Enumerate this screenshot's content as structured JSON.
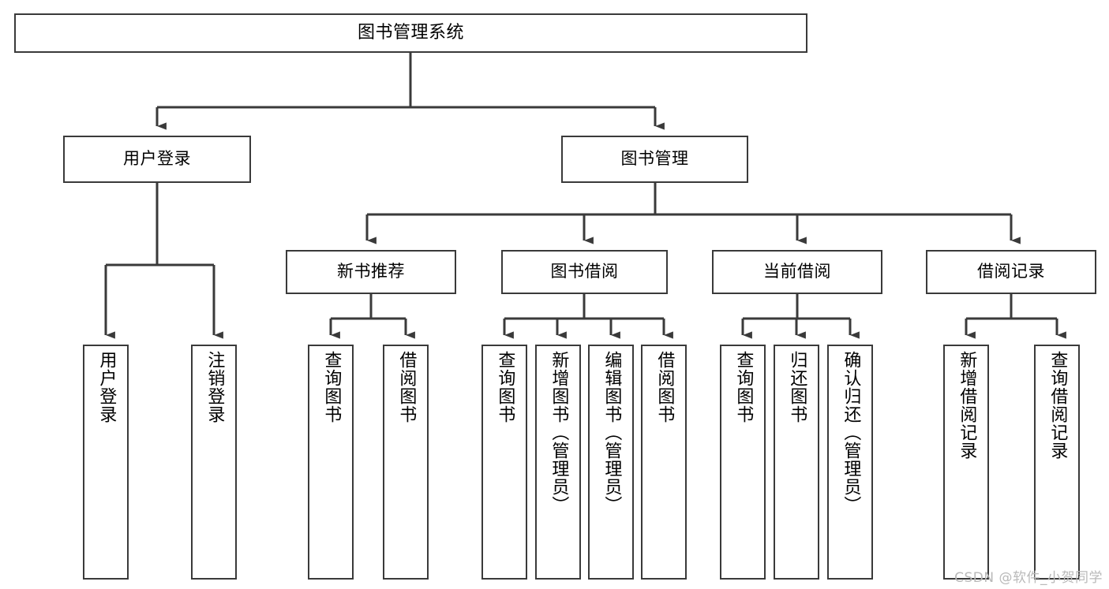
{
  "diagram": {
    "title": "图书管理系统",
    "type": "function-structure-tree",
    "stroke_color": "#3a3a3a",
    "text_color": "#000000",
    "background_color": "#ffffff",
    "watermark": "CSDN @软件_小贺同学"
  },
  "nodes": {
    "root": {
      "label": "图书管理系统"
    },
    "level2": [
      {
        "id": "user-login",
        "label": "用户登录"
      },
      {
        "id": "book-manage",
        "label": "图书管理"
      }
    ],
    "level3": [
      {
        "id": "new-book-recommend",
        "label": "新书推荐"
      },
      {
        "id": "book-borrow",
        "label": "图书借阅"
      },
      {
        "id": "current-borrow",
        "label": "当前借阅"
      },
      {
        "id": "borrow-record",
        "label": "借阅记录"
      }
    ],
    "leaves": {
      "user_login": [
        {
          "id": "leaf-user-login",
          "label": "用户登录"
        },
        {
          "id": "leaf-logout-login",
          "label": "注销登录"
        }
      ],
      "new_book_recommend": [
        {
          "id": "leaf-query-book-1",
          "label": "查询图书"
        },
        {
          "id": "leaf-borrow-book-1",
          "label": "借阅图书"
        }
      ],
      "book_borrow": [
        {
          "id": "leaf-query-book-2",
          "label": "查询图书"
        },
        {
          "id": "leaf-add-book",
          "label": "新增图书（管理员）"
        },
        {
          "id": "leaf-edit-book",
          "label": "编辑图书（管理员）"
        },
        {
          "id": "leaf-borrow-book-2",
          "label": "借阅图书"
        }
      ],
      "current_borrow": [
        {
          "id": "leaf-query-book-3",
          "label": "查询图书"
        },
        {
          "id": "leaf-return-book",
          "label": "归还图书"
        },
        {
          "id": "leaf-confirm-return",
          "label": "确认归还（管理员）"
        }
      ],
      "borrow_record": [
        {
          "id": "leaf-add-record",
          "label": "新增借阅记录"
        },
        {
          "id": "leaf-query-record",
          "label": "查询借阅记录"
        }
      ]
    }
  }
}
